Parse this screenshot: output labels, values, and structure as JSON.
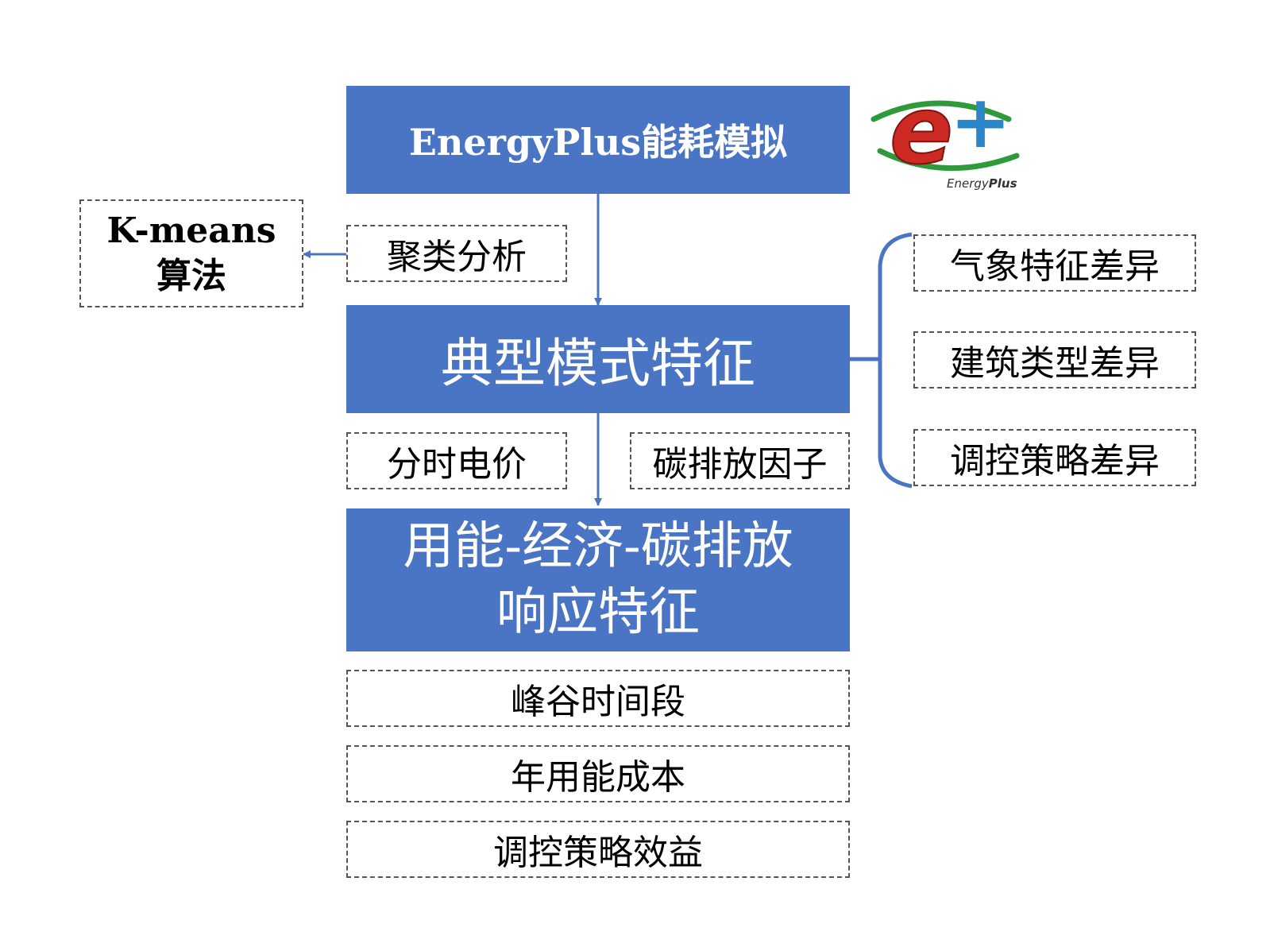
{
  "top_box": {
    "label": "EnergyPlus能耗模拟"
  },
  "logo": {
    "letters": "e+",
    "text_light": "Energy",
    "text_bold": "Plus"
  },
  "kmeans_box": {
    "line1": "K-means",
    "line2": "算法"
  },
  "cluster_box": {
    "label": "聚类分析"
  },
  "typical_box": {
    "label": "典型模式特征"
  },
  "tou_box": {
    "label": "分时电价"
  },
  "carbon_factor_box": {
    "label": "碳排放因子"
  },
  "response_box": {
    "line1": "用能-经济-碳排放",
    "line2": "响应特征"
  },
  "outputs": [
    {
      "label": "峰谷时间段"
    },
    {
      "label": "年用能成本"
    },
    {
      "label": "调控策略效益"
    }
  ],
  "differences": [
    {
      "label": "气象特征差异"
    },
    {
      "label": "建筑类型差异"
    },
    {
      "label": "调控策略差异"
    }
  ],
  "colors": {
    "box_blue": "#4a74c4",
    "arrow_blue": "#4a74c4",
    "logo_red": "#cc2a22",
    "logo_blue": "#2a86c8",
    "logo_green": "#2e9a3a"
  }
}
